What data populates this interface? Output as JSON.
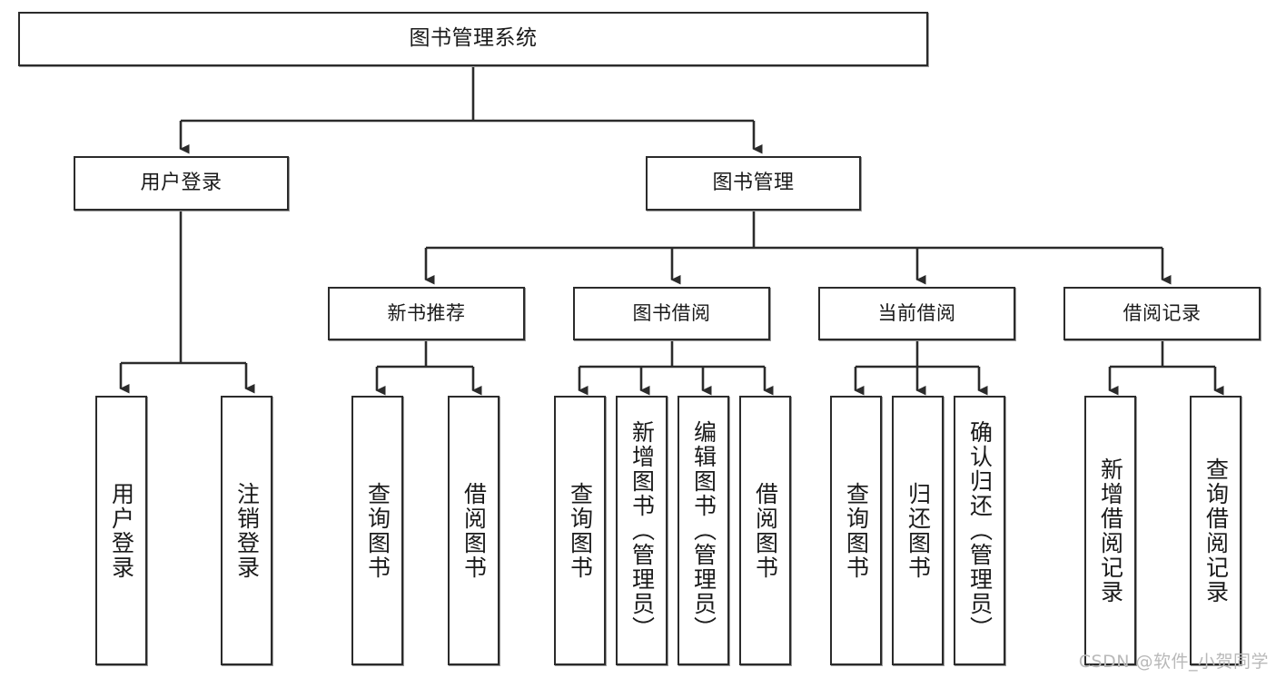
{
  "diagram": {
    "title": "图书管理系统",
    "watermark": "CSDN @软件_小贺同学",
    "colors": {
      "box_border": "#2b2b2b",
      "box_fill": "#ffffff",
      "connector": "#2b2b2b",
      "text": "#1a1a1a",
      "watermark": "#b9b9b9"
    },
    "root": {
      "label": "图书管理系统"
    },
    "level2": [
      {
        "label": "用户登录"
      },
      {
        "label": "图书管理"
      }
    ],
    "level3": [
      {
        "label": "新书推荐"
      },
      {
        "label": "图书借阅"
      },
      {
        "label": "当前借阅"
      },
      {
        "label": "借阅记录"
      }
    ],
    "leaves": {
      "user_login": [
        {
          "label": "用户登录"
        },
        {
          "label": "注销登录"
        }
      ],
      "new_book_recommend": [
        {
          "label": "查询图书"
        },
        {
          "label": "借阅图书"
        }
      ],
      "book_borrow": [
        {
          "label": "查询图书"
        },
        {
          "label": "新增图书（管理员）"
        },
        {
          "label": "编辑图书（管理员）"
        },
        {
          "label": "借阅图书"
        }
      ],
      "current_borrow": [
        {
          "label": "查询图书"
        },
        {
          "label": "归还图书"
        },
        {
          "label": "确认归还（管理员）"
        }
      ],
      "borrow_record": [
        {
          "label": "新增借阅记录"
        },
        {
          "label": "查询借阅记录"
        }
      ]
    }
  }
}
